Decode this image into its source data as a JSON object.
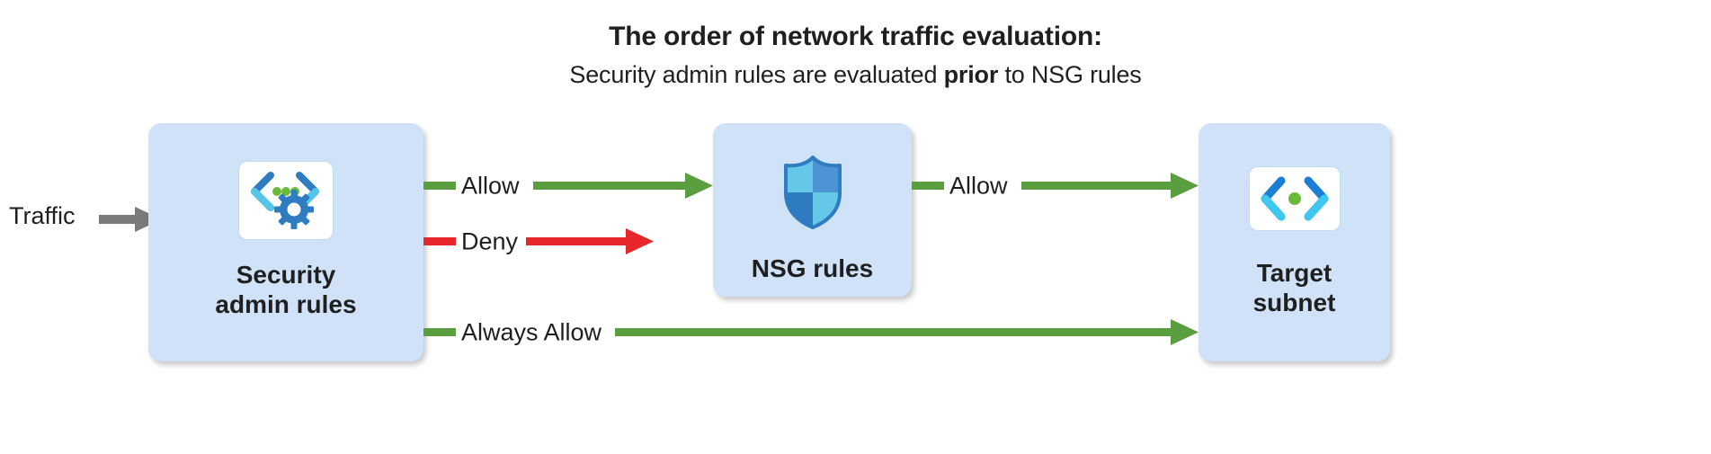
{
  "header": {
    "title": "The order of network traffic evaluation:",
    "subtitle_before": "Security admin rules are evaluated ",
    "subtitle_emphasis": "prior",
    "subtitle_after": " to NSG rules"
  },
  "entry": {
    "label": "Traffic"
  },
  "nodes": [
    {
      "id": "security-admin-rules",
      "label": "Security\nadmin rules",
      "icon": "code-brackets-gear-icon"
    },
    {
      "id": "nsg-rules",
      "label": "NSG rules",
      "icon": "shield-icon"
    },
    {
      "id": "target-subnet",
      "label": "Target\nsubnet",
      "icon": "subnet-brackets-icon"
    }
  ],
  "flows": [
    {
      "id": "allow-security-to-nsg",
      "label": "Allow",
      "color": "#5a9e3f"
    },
    {
      "id": "deny-security",
      "label": "Deny",
      "color": "#e8272c"
    },
    {
      "id": "allow-nsg-to-target",
      "label": "Allow",
      "color": "#5a9e3f"
    },
    {
      "id": "always-allow-to-target",
      "label": "Always Allow",
      "color": "#5a9e3f"
    }
  ],
  "colors": {
    "box_fill": "#cfe2f8",
    "allow_green": "#5a9e3f",
    "deny_red": "#e8272c",
    "traffic_gray": "#7a7a7a",
    "text": "#1f1f1f"
  }
}
